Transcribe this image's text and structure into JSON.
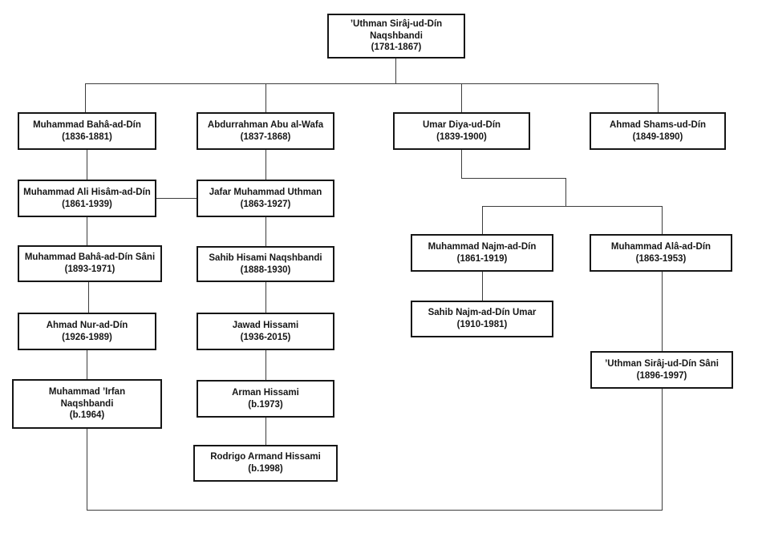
{
  "diagram_type": "family-tree-org-chart",
  "colors": {
    "background": "#ffffff",
    "box_border": "#161616",
    "box_fill": "#ffffff",
    "text": "#161616",
    "connector_line": "#3d3d3d"
  },
  "nodes": [
    {
      "id": "uthman-siraj",
      "name": "’Uthman Sirâj-ud-Dín\nNaqshbandi",
      "dates": "(1781-1867)"
    },
    {
      "id": "baha",
      "name": "Muhammad Bahâ-ad-Dín",
      "dates": "(1836-1881)"
    },
    {
      "id": "abdurrahman",
      "name": "Abdurrahman Abu al-Wafa",
      "dates": "(1837-1868)"
    },
    {
      "id": "umar",
      "name": "Umar Diya-ud-Dín",
      "dates": "(1839-1900)"
    },
    {
      "id": "shams",
      "name": "Ahmad Shams-ud-Dín",
      "dates": "(1849-1890)"
    },
    {
      "id": "hisam",
      "name": "Muhammad Ali Hisâm-ad-Dín",
      "dates": "(1861-1939)"
    },
    {
      "id": "jafar",
      "name": "Jafar Muhammad Uthman",
      "dates": "(1863-1927)"
    },
    {
      "id": "baha-sani",
      "name": "Muhammad Bahâ-ad-Dín Sâni",
      "dates": "(1893-1971)"
    },
    {
      "id": "sahib-hisami",
      "name": "Sahib Hisami Naqshbandi",
      "dates": "(1888-1930)"
    },
    {
      "id": "nur",
      "name": "Ahmad Nur-ad-Dín",
      "dates": "(1926-1989)"
    },
    {
      "id": "jawad",
      "name": "Jawad Hissami",
      "dates": "(1936-2015)"
    },
    {
      "id": "irfan",
      "name": "Muhammad ’Irfan\nNaqshbandi",
      "dates": "(b.1964)"
    },
    {
      "id": "arman",
      "name": "Arman Hissami",
      "dates": "(b.1973)"
    },
    {
      "id": "rodrigo",
      "name": "Rodrigo Armand Hissami",
      "dates": "(b.1998)"
    },
    {
      "id": "najm",
      "name": "Muhammad Najm-ad-Dín",
      "dates": "(1861-1919)"
    },
    {
      "id": "ala",
      "name": "Muhammad Alâ-ad-Dín",
      "dates": "(1863-1953)"
    },
    {
      "id": "sahib-najm",
      "name": "Sahib Najm-ad-Dín Umar",
      "dates": "(1910-1981)"
    },
    {
      "id": "uthman-sani",
      "name": "’Uthman Sirâj-ud-Dín Sâni",
      "dates": "(1896-1997)"
    }
  ],
  "links": [
    {
      "from": "uthman-siraj",
      "to": "baha",
      "type": "descent"
    },
    {
      "from": "uthman-siraj",
      "to": "abdurrahman",
      "type": "descent"
    },
    {
      "from": "uthman-siraj",
      "to": "umar",
      "type": "descent"
    },
    {
      "from": "uthman-siraj",
      "to": "shams",
      "type": "descent"
    },
    {
      "from": "baha",
      "to": "hisam",
      "type": "descent"
    },
    {
      "from": "abdurrahman",
      "to": "jafar",
      "type": "descent"
    },
    {
      "from": "hisam",
      "to": "jafar",
      "type": "association"
    },
    {
      "from": "hisam",
      "to": "baha-sani",
      "type": "descent"
    },
    {
      "from": "jafar",
      "to": "sahib-hisami",
      "type": "descent"
    },
    {
      "from": "baha-sani",
      "to": "nur",
      "type": "descent"
    },
    {
      "from": "sahib-hisami",
      "to": "jawad",
      "type": "descent"
    },
    {
      "from": "nur",
      "to": "irfan",
      "type": "descent"
    },
    {
      "from": "jawad",
      "to": "arman",
      "type": "descent"
    },
    {
      "from": "arman",
      "to": "rodrigo",
      "type": "descent"
    },
    {
      "from": "umar",
      "to": "najm",
      "type": "descent"
    },
    {
      "from": "umar",
      "to": "ala",
      "type": "descent"
    },
    {
      "from": "najm",
      "to": "sahib-najm",
      "type": "descent"
    },
    {
      "from": "ala",
      "to": "uthman-sani",
      "type": "descent"
    },
    {
      "from": "irfan",
      "to": "uthman-sani",
      "type": "association"
    }
  ]
}
